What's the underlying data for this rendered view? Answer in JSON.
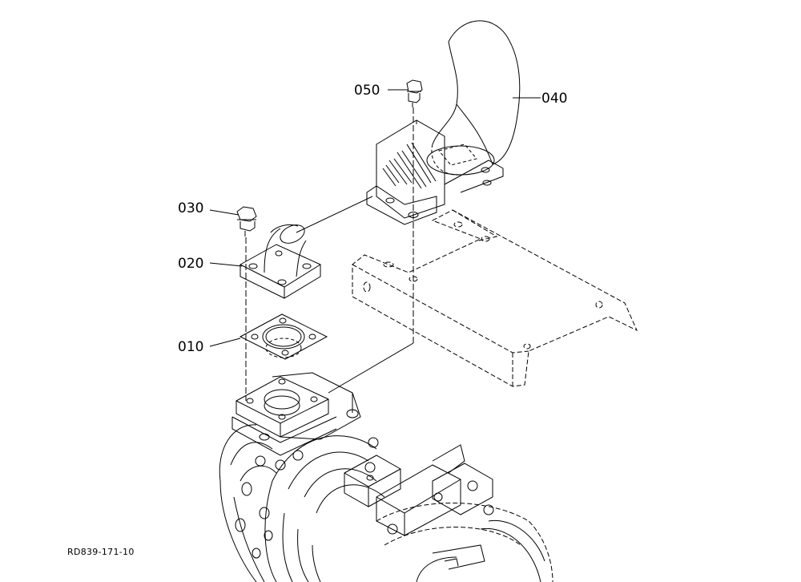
{
  "callouts": {
    "p050": "050",
    "p040": "040",
    "p030": "030",
    "p020": "020",
    "p010": "010"
  },
  "reference_code": "RD839-171-10",
  "colors": {
    "ink": "#000000",
    "paper": "#ffffff"
  }
}
